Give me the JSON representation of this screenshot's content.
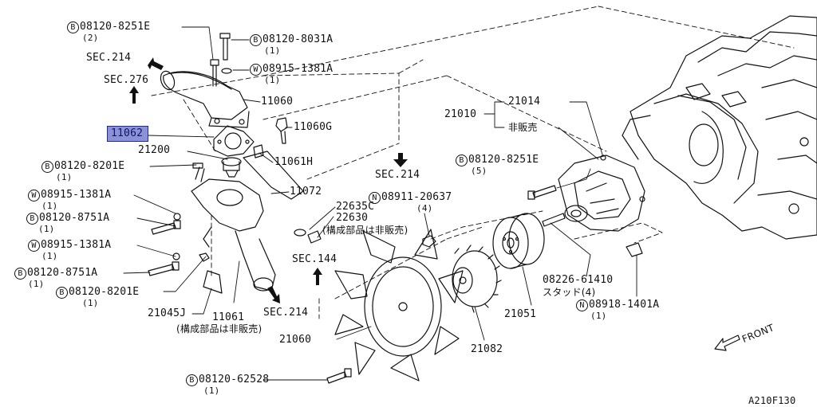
{
  "diagram_code": "A210F130",
  "highlight": {
    "part_no": "11062",
    "color": "#8b92d6"
  },
  "labels": {
    "bolt_top": {
      "prefix": "B",
      "code": "08120-8251E",
      "qty": "(2)"
    },
    "bolt_top2": {
      "prefix": "B",
      "code": "08120-8031A",
      "qty": "(1)"
    },
    "washer_top": {
      "prefix": "W",
      "code": "08915-1381A",
      "qty": "(1)"
    },
    "sec214_a": "SEC.214",
    "sec276": "SEC.276",
    "p11060": "11060",
    "p11060g": "11060G",
    "p21200": "21200",
    "p11061h": "11061H",
    "bolt_left1": {
      "prefix": "B",
      "code": "08120-8201E",
      "qty": "(1)"
    },
    "p11072": "11072",
    "washer_l1": {
      "prefix": "W",
      "code": "08915-1381A",
      "qty": "(1)"
    },
    "bolt_l1": {
      "prefix": "B",
      "code": "08120-8751A",
      "qty": "(1)"
    },
    "washer_l2": {
      "prefix": "W",
      "code": "08915-1381A",
      "qty": "(1)"
    },
    "bolt_l2": {
      "prefix": "B",
      "code": "08120-8751A",
      "qty": "(1)"
    },
    "bolt_l3": {
      "prefix": "B",
      "code": "08120-8201E",
      "qty": "(1)"
    },
    "p21045j": "21045J",
    "p11061": "11061",
    "p11061_note": "(構成部品は非販売)",
    "sec214_b": "SEC.214",
    "sec214_c": "SEC.214",
    "nut_a": {
      "prefix": "N",
      "code": "08911-20637",
      "qty": "(4)"
    },
    "p22635c": "22635C",
    "p22630": "22630",
    "p22630_note": "(構成部品は非販売)",
    "sec144": "SEC.144",
    "p21010": "21010",
    "p21014": "21014",
    "not_sold": "非販売",
    "bolt_r": {
      "prefix": "B",
      "code": "08120-8251E",
      "qty": "(5)"
    },
    "stud": "08226-61410",
    "stud_note": "スタッド(4)",
    "nut_b": {
      "prefix": "N",
      "code": "08918-1401A",
      "qty": "(1)"
    },
    "p21051": "21051",
    "p21082": "21082",
    "p21060": "21060",
    "bolt_bottom": {
      "prefix": "B",
      "code": "08120-62528",
      "qty": "(1)"
    },
    "front": "FRONT"
  }
}
